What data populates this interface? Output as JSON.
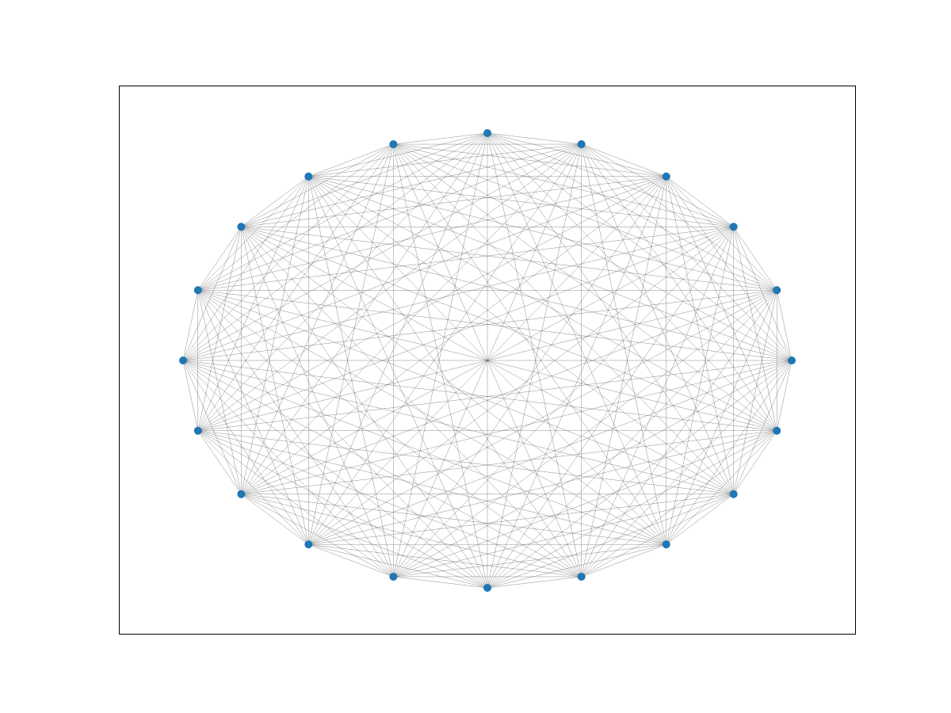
{
  "graph": {
    "type": "complete-graph",
    "layout": "circular",
    "node_count": 20,
    "node_color": "#1f77b4",
    "edge_color": "#555555",
    "frame_color": "#000000"
  }
}
